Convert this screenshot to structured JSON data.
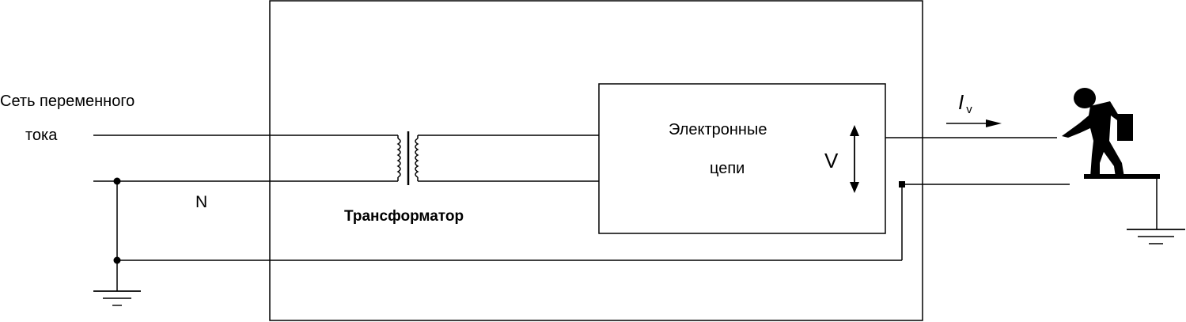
{
  "labels": {
    "mains_line1": "Сеть переменного",
    "mains_line2": "тока",
    "neutral": "N",
    "transformer": "Трансформатор",
    "circuits_line1": "Электронные",
    "circuits_line2": "цепи",
    "voltage": "V",
    "current_symbol": "I",
    "current_subscript": "v"
  }
}
